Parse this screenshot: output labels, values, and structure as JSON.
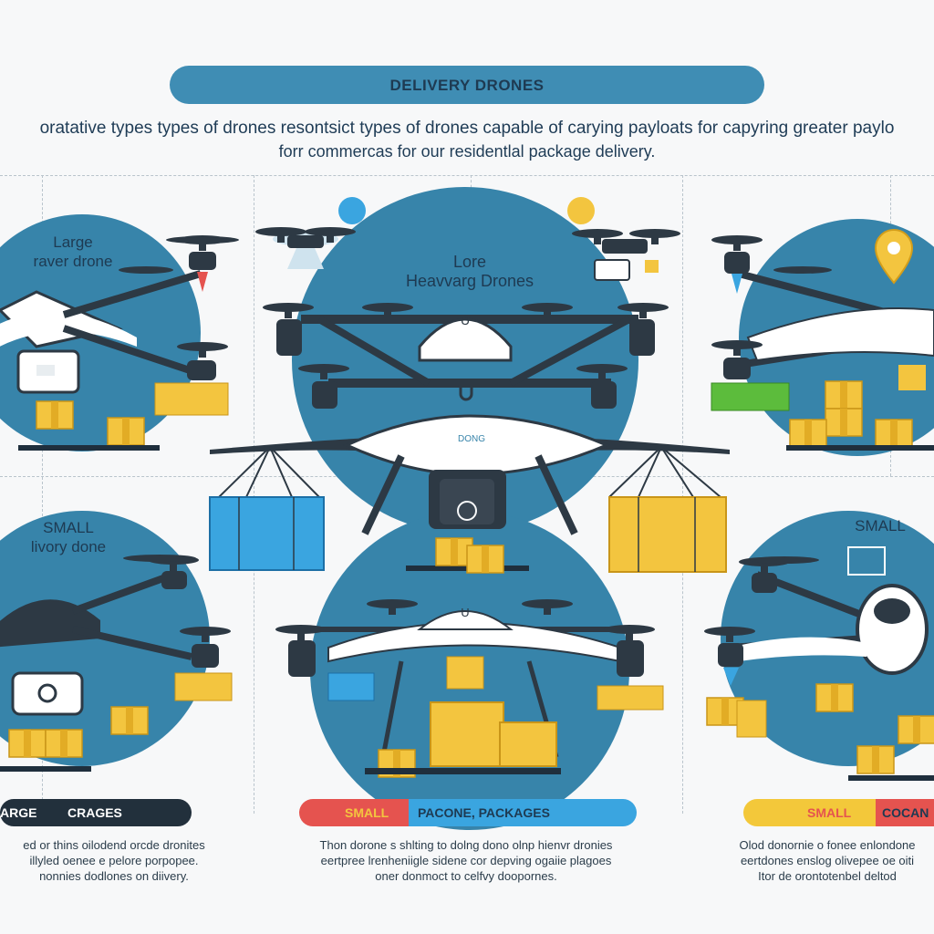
{
  "banner": {
    "title": "DELIVERY DRONES"
  },
  "intro": {
    "line1": "oratative types types of drones resontsict types of drones capable of carying payloats for capyring greater paylo",
    "line2": "forr commercas for our residentlal package delivery."
  },
  "panels": {
    "top_left": {
      "label_line1": "Large",
      "label_line2": "raver drone"
    },
    "center": {
      "label_line1": "Lore",
      "label_line2": "Heavvarg Drones",
      "drone_text": "DONG",
      "drone_mark": "U"
    },
    "bottom_left": {
      "label_line1": "SMALL",
      "label_line2": "livory done"
    },
    "top_right": {
      "icon": "location-pin-icon"
    },
    "bottom_right": {
      "label": "SMALL"
    },
    "center_bottom": {
      "drone_mark": "U"
    }
  },
  "bottom_labels": [
    {
      "text1": "ARGE",
      "text2": "CRAGES"
    },
    {
      "text1": "SMALL",
      "text2": "PACONE, PACKAGES"
    },
    {
      "text1": "SMALL",
      "text2": "COCAN"
    }
  ],
  "captions": {
    "left": [
      "ed or thins oilodend orcde dronites",
      "illyled oenee e pelore porpopee.",
      "nonnies dodlones on diivery."
    ],
    "center": [
      "Thon dorone s shlting to dolng dono olnp hienvr dronies",
      "eertpree lrenheniigle sidene cor depving ogaiie plagoes",
      "oner donmoct to celfvy doopornes."
    ],
    "right": [
      "Olod donornie o fonee enlondone",
      "eertdones enslog olivepee oe oiti",
      "Itor de orontotenbel deltod"
    ]
  },
  "colors": {
    "accent": "#3f8db4",
    "circle": "#3784aa",
    "package": "#f3c53f",
    "drone_dark": "#2d3944",
    "drone_white": "#ffffff",
    "red": "#e5534f",
    "blue_pill": "#3aa5e0",
    "yellow_pill": "#f3c83a",
    "navy": "#1f2f3d"
  }
}
